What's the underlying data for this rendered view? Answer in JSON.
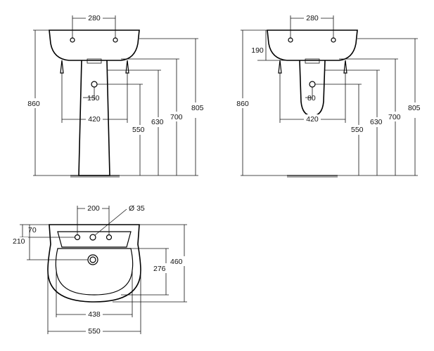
{
  "front_view": {
    "tap_spacing": "280",
    "overall_height": "860",
    "height_805": "805",
    "height_700": "700",
    "height_630": "630",
    "height_550": "550",
    "waste_offset": "150",
    "pedestal_width": "420"
  },
  "semi_pedestal_view": {
    "tap_spacing": "280",
    "overall_height": "860",
    "bowl_depth": "190",
    "height_805": "805",
    "height_700": "700",
    "height_630": "630",
    "height_550": "550",
    "waste_offset": "80",
    "fixing_width": "420"
  },
  "plan_view": {
    "tap_spacing": "200",
    "tap_hole_diameter": "Ø 35",
    "rear_to_taps": "70",
    "rear_to_waste": "210",
    "bowl_depth": "276",
    "overall_depth": "460",
    "bowl_width": "438",
    "overall_width": "550"
  }
}
